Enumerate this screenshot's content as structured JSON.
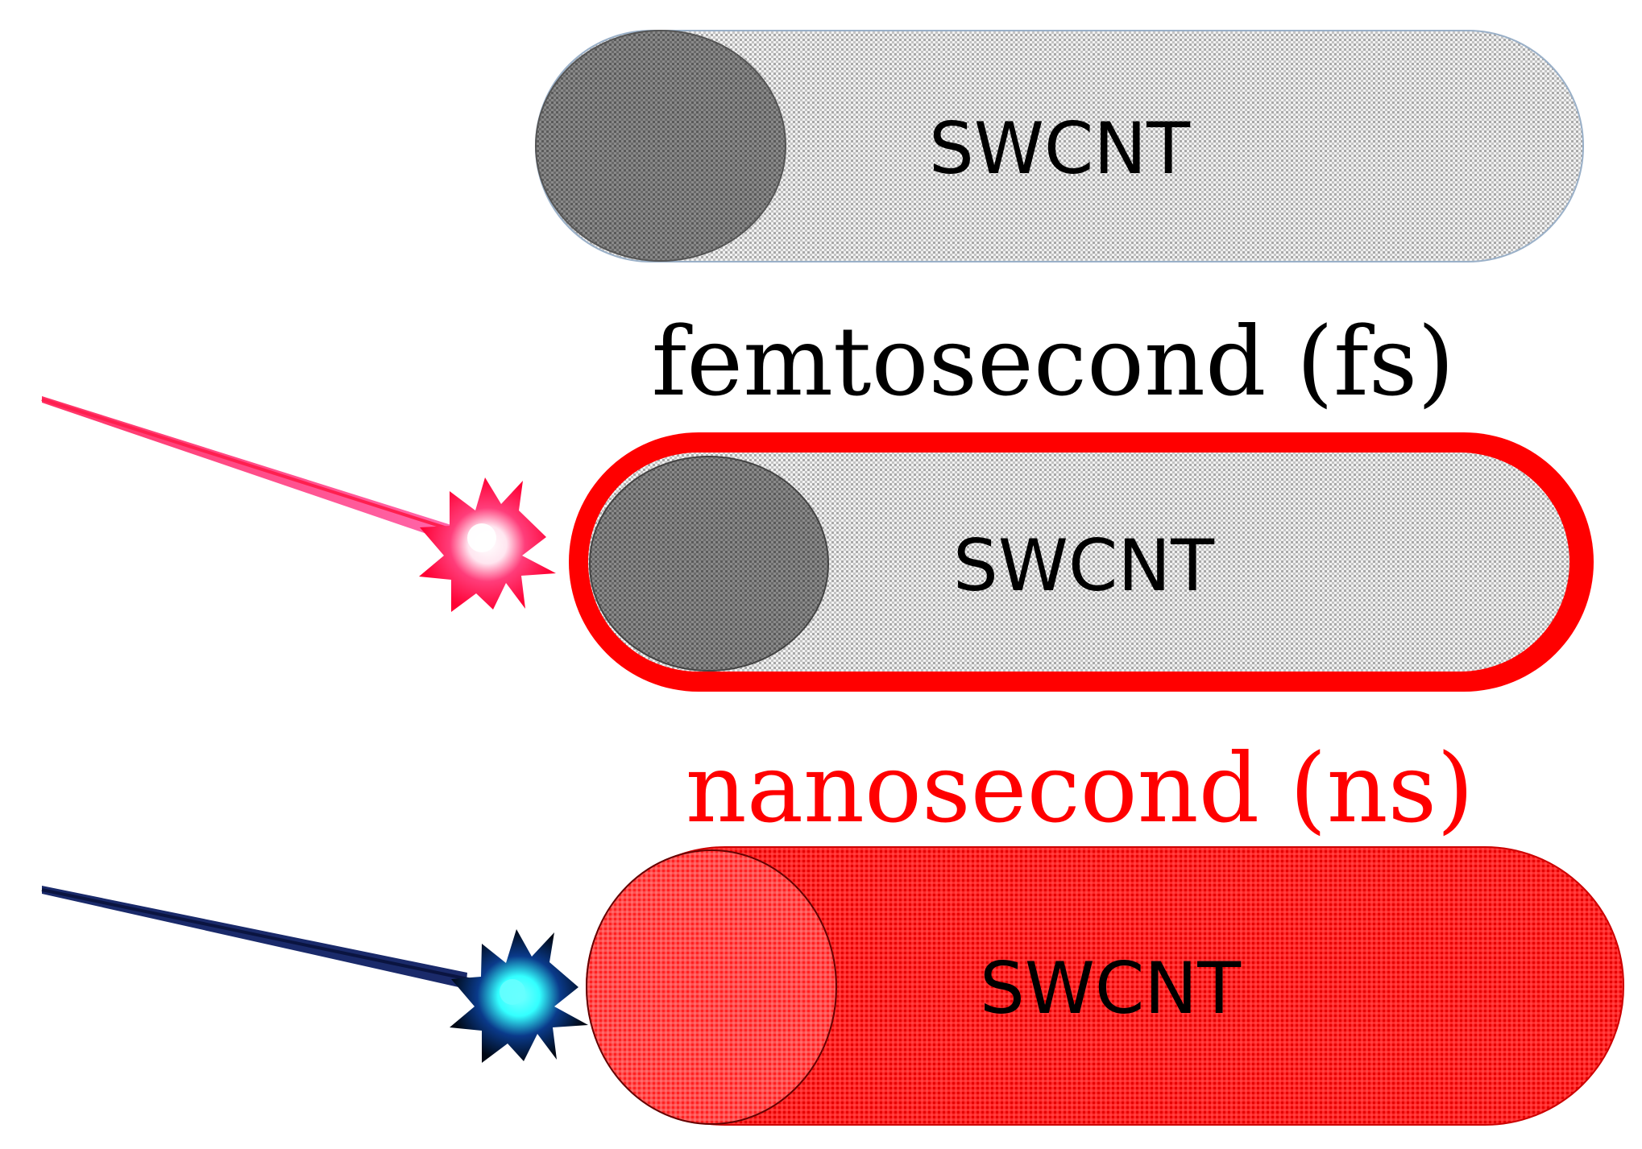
{
  "tubes": [
    {
      "label": "SWCNT"
    },
    {
      "label": "SWCNT"
    },
    {
      "label": "SWCNT"
    }
  ],
  "captions": {
    "femtosecond": "femtosecond (fs)",
    "nanosecond": "nanosecond (ns)"
  },
  "colors": {
    "tube_gray": "#e6e6e6",
    "cap_gray": "#7a7a7a",
    "femto_outline": "#ff0000",
    "femto_text": "#000000",
    "nano_fill": "#ff1a1a",
    "nano_text": "#ff0000",
    "femto_beam": "#ff2a55",
    "nano_beam": "#0d1a4d",
    "nano_spark_core": "#33ffff"
  }
}
